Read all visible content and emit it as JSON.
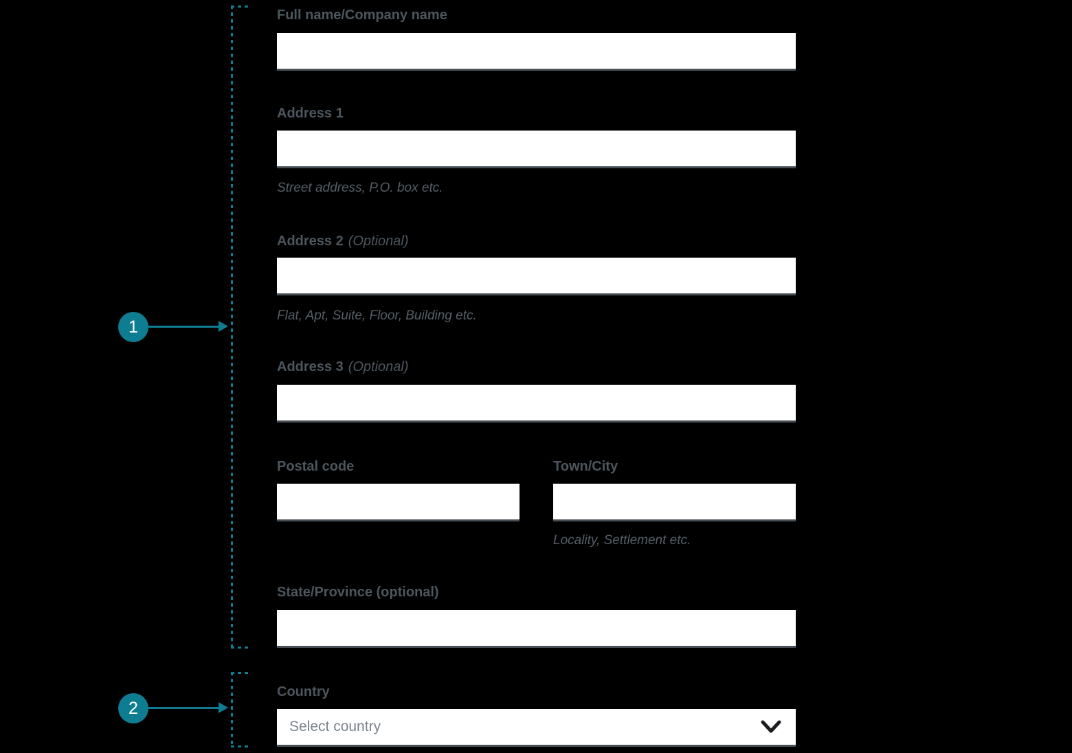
{
  "figure": {
    "background": "#000000",
    "accent_color": "#0E7D92",
    "label_color": "#4D565E",
    "helper_color": "#565E67",
    "input_border_color": "#474D55",
    "input_bg_color": "#FFFFFF"
  },
  "callouts": [
    {
      "number": "1"
    },
    {
      "number": "2"
    }
  ],
  "form": {
    "full_name": {
      "label": "Full name/Company name",
      "value": ""
    },
    "address_1": {
      "label": "Address 1",
      "value": "",
      "helper": "Street address, P.O. box etc."
    },
    "address_2": {
      "label": "Address 2",
      "optional_suffix": "(Optional)",
      "value": "",
      "helper": "Flat, Apt, Suite, Floor, Building etc."
    },
    "address_3": {
      "label": "Address 3",
      "optional_suffix": "(Optional)",
      "value": ""
    },
    "postal_code": {
      "label": "Postal code",
      "value": ""
    },
    "town_city": {
      "label": "Town/City",
      "value": "",
      "helper": "Locality, Settlement etc."
    },
    "state_province": {
      "label": "State/Province (optional)",
      "value": ""
    },
    "country": {
      "label": "Country",
      "selected_option": "Select country",
      "icon": "chevron-down-icon",
      "chevron_color": "#1A1C1F"
    }
  }
}
